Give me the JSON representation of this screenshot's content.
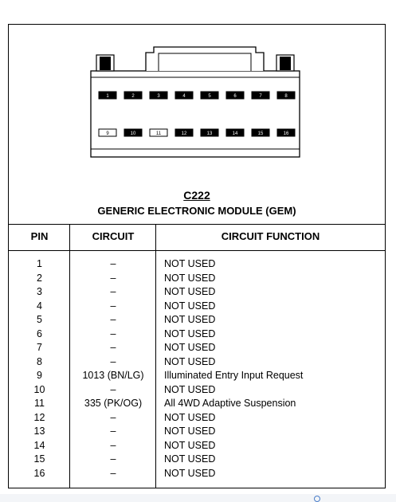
{
  "connector": {
    "id": "C222",
    "name": "GENERIC ELECTRONIC MODULE (GEM)",
    "top_row_pins": [
      "1",
      "2",
      "3",
      "4",
      "5",
      "6",
      "7",
      "8"
    ],
    "bottom_row_pins": [
      "9",
      "10",
      "11",
      "12",
      "13",
      "14",
      "15",
      "16"
    ],
    "populated_pins": [
      "9",
      "11"
    ]
  },
  "table": {
    "headers": {
      "pin": "PIN",
      "circuit": "CIRCUIT",
      "function": "CIRCUIT FUNCTION"
    },
    "rows": [
      {
        "pin": "1",
        "circuit": "–",
        "function": "NOT USED"
      },
      {
        "pin": "2",
        "circuit": "–",
        "function": "NOT USED"
      },
      {
        "pin": "3",
        "circuit": "–",
        "function": "NOT USED"
      },
      {
        "pin": "4",
        "circuit": "–",
        "function": "NOT USED"
      },
      {
        "pin": "5",
        "circuit": "–",
        "function": "NOT USED"
      },
      {
        "pin": "6",
        "circuit": "–",
        "function": "NOT USED"
      },
      {
        "pin": "7",
        "circuit": "–",
        "function": "NOT USED"
      },
      {
        "pin": "8",
        "circuit": "–",
        "function": "NOT USED"
      },
      {
        "pin": "9",
        "circuit": "1013 (BN/LG)",
        "function": "Illuminated Entry Input Request"
      },
      {
        "pin": "10",
        "circuit": "–",
        "function": "NOT USED"
      },
      {
        "pin": "11",
        "circuit": "335 (PK/OG)",
        "function": "All 4WD Adaptive Suspension"
      },
      {
        "pin": "12",
        "circuit": "–",
        "function": "NOT USED"
      },
      {
        "pin": "13",
        "circuit": "–",
        "function": "NOT USED"
      },
      {
        "pin": "14",
        "circuit": "–",
        "function": "NOT USED"
      },
      {
        "pin": "15",
        "circuit": "–",
        "function": "NOT USED"
      },
      {
        "pin": "16",
        "circuit": "–",
        "function": "NOT USED"
      }
    ]
  },
  "icons": {
    "scroll_hint": "magnifier-icon"
  }
}
